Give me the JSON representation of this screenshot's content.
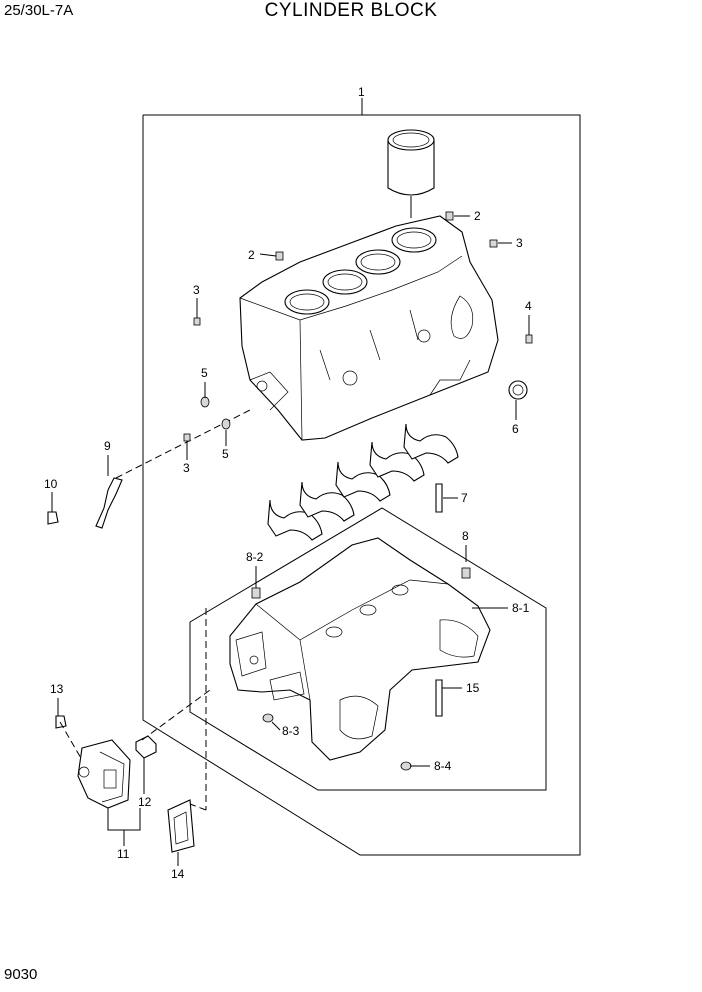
{
  "header": {
    "model": "25/30L-7A",
    "title": "CYLINDER BLOCK"
  },
  "footer": {
    "page_number": "9030"
  },
  "callouts": {
    "c1": "1",
    "c2a": "2",
    "c2b": "2",
    "c3a": "3",
    "c3b": "3",
    "c3c": "3",
    "c4": "4",
    "c5a": "5",
    "c5b": "5",
    "c6": "6",
    "c7": "7",
    "c8": "8",
    "c8_1": "8-1",
    "c8_2": "8-2",
    "c8_3": "8-3",
    "c8_4": "8-4",
    "c9": "9",
    "c10": "10",
    "c11": "11",
    "c12": "12",
    "c13": "13",
    "c14": "14",
    "c15": "15"
  }
}
